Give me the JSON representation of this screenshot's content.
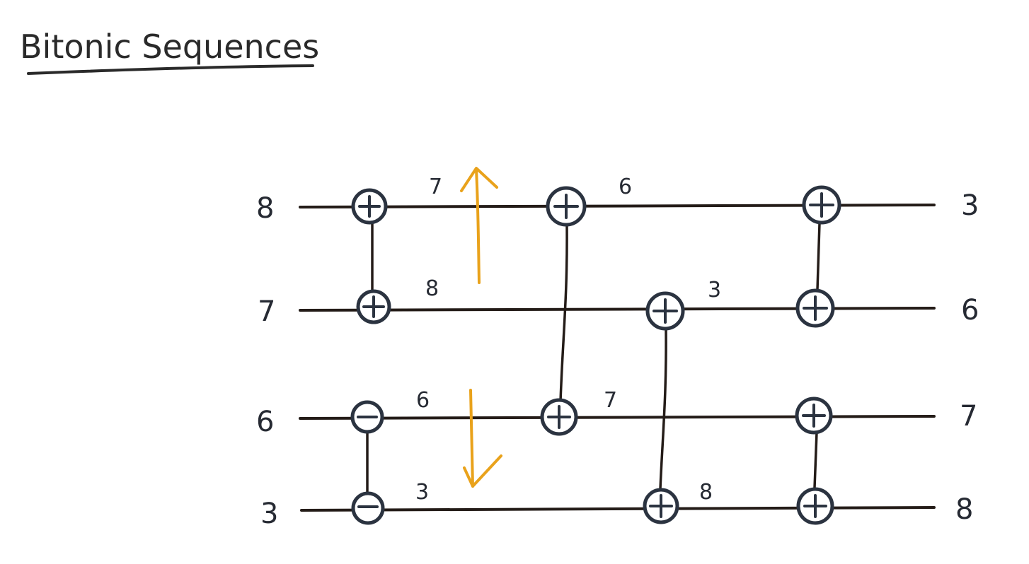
{
  "title": "Bitonic Sequences",
  "inputs": [
    "8",
    "7",
    "6",
    "3"
  ],
  "outputs": [
    "3",
    "6",
    "7",
    "8"
  ],
  "stage1": {
    "comparators": [
      {
        "wires": [
          0,
          1
        ],
        "top": "+",
        "bottom": "+"
      },
      {
        "wires": [
          2,
          3
        ],
        "top": "-",
        "bottom": "-"
      }
    ],
    "labels": [
      "7",
      "8",
      "6",
      "3"
    ]
  },
  "stage2": {
    "comparators": [
      {
        "wires": [
          0,
          2
        ],
        "top": "+",
        "bottom": "+"
      },
      {
        "wires": [
          1,
          3
        ],
        "top": "+",
        "bottom": "+"
      }
    ],
    "labels": [
      "6",
      "3",
      "7",
      "8"
    ]
  },
  "stage3": {
    "comparators": [
      {
        "wires": [
          0,
          1
        ],
        "top": "+",
        "bottom": "+"
      },
      {
        "wires": [
          2,
          3
        ],
        "top": "+",
        "bottom": "+"
      }
    ]
  },
  "arrows": {
    "color": "#e9a21b",
    "upper": "up",
    "lower": "down"
  }
}
